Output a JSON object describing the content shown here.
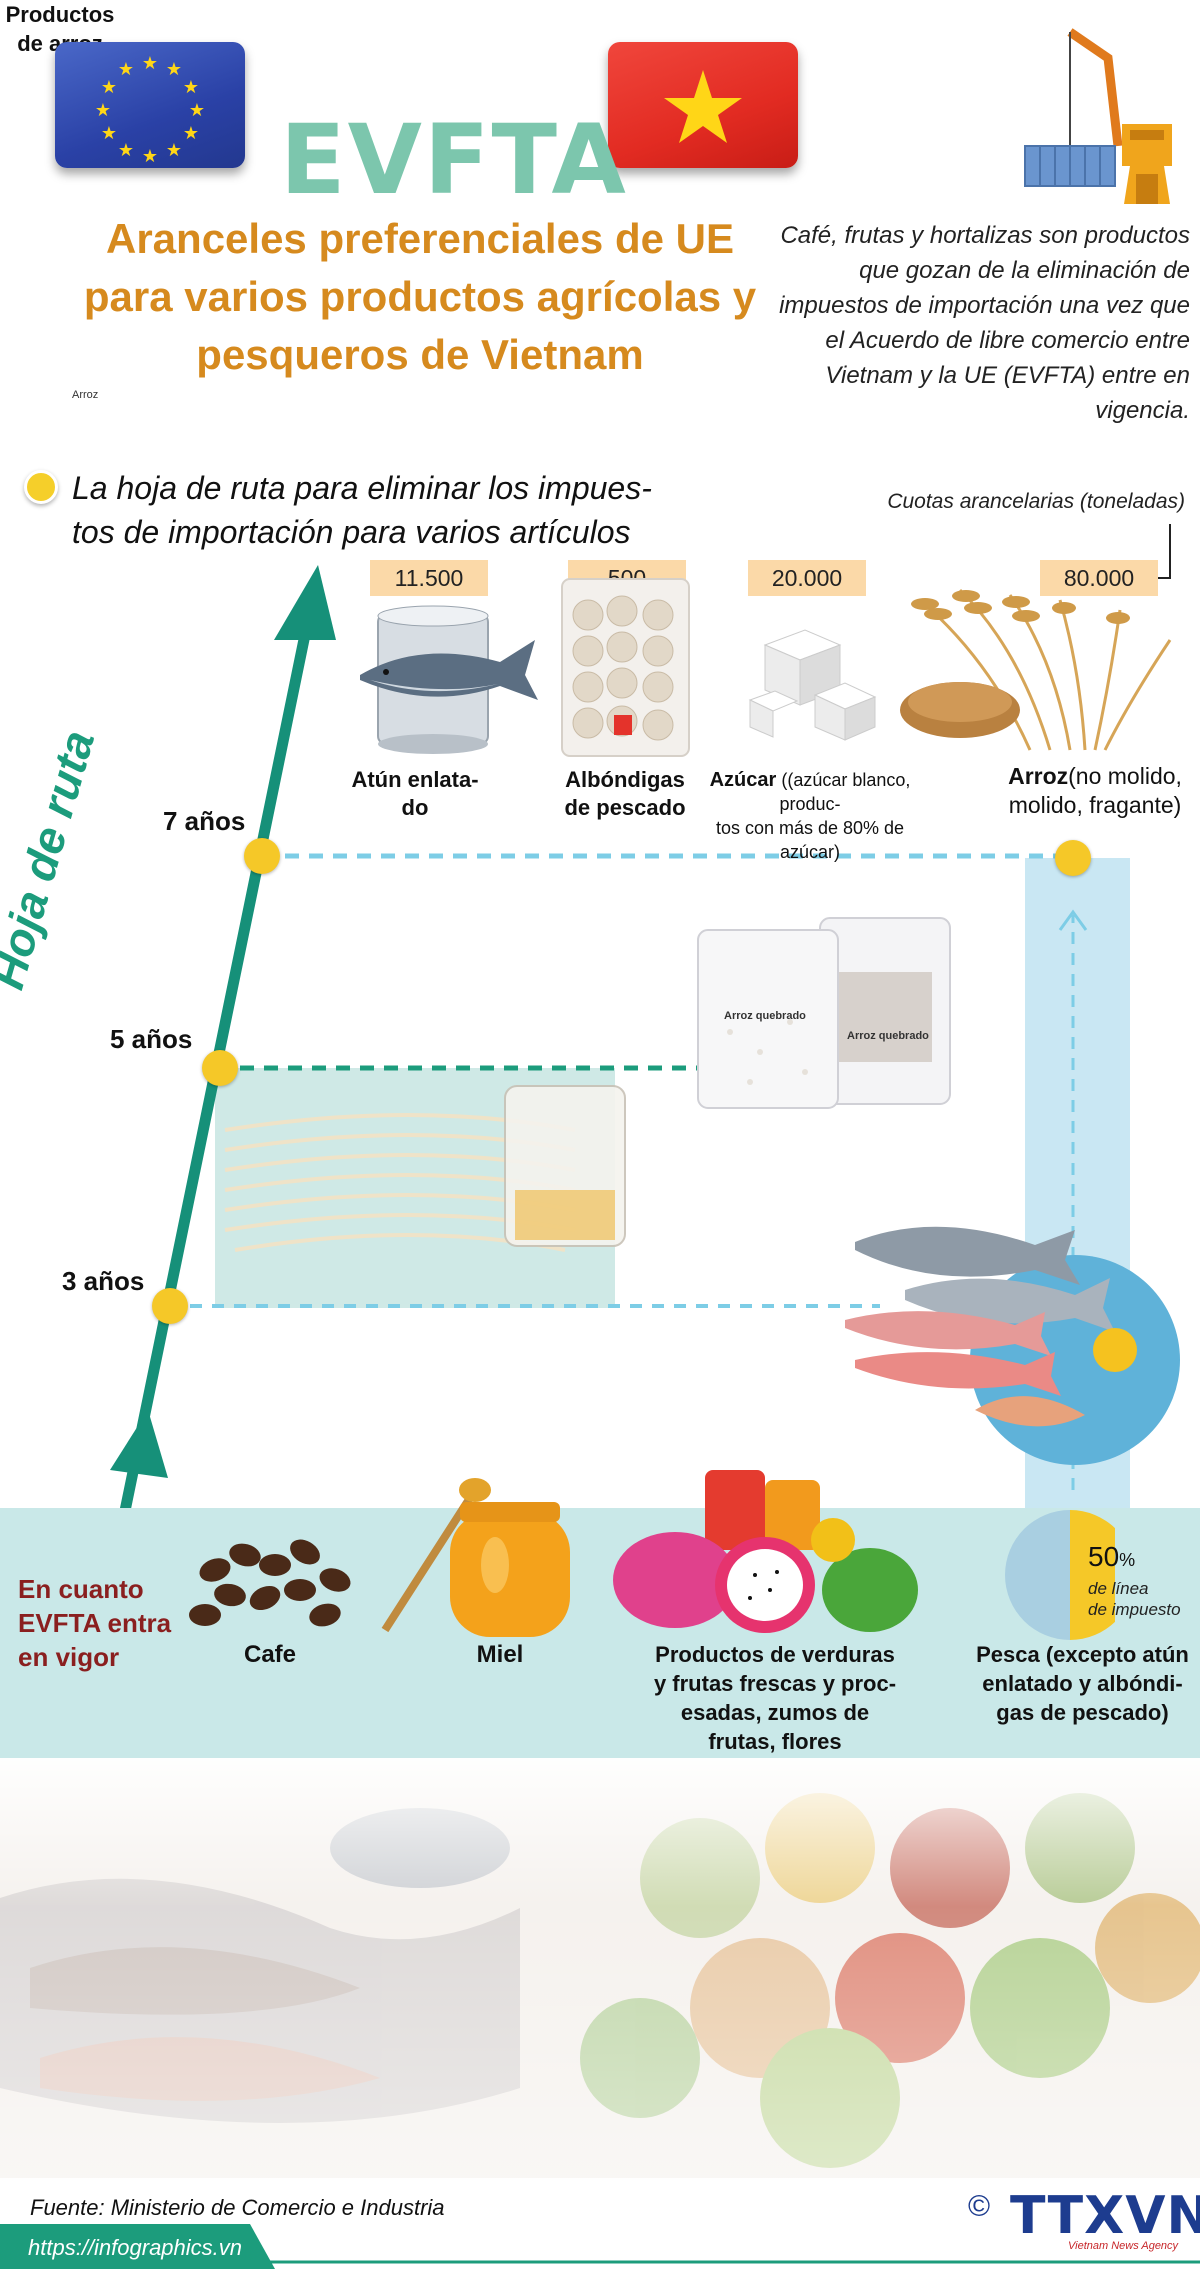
{
  "header": {
    "title": "EVFTA",
    "subtitle": "Aranceles preferenciales de UE para varios productos agrícolas y pesqueros de Vietnam",
    "intro": "Café, frutas y hortalizas son productos que gozan de la eliminación de impuestos de importación una vez que el Acuerdo de libre comercio entre Vietnam y la UE (EVFTA) entre en vigencia.",
    "tiny_label": "Arroz"
  },
  "roadmap": {
    "heading_line1": "La hoja de ruta para eliminar los impues-",
    "heading_line2": "tos de importación para varios artículos",
    "side_label": "Hoja de ruta",
    "quota_caption": "Cuotas arancelarias (toneladas)",
    "quotas": [
      "11.500",
      "500",
      "20.000",
      "80.000"
    ],
    "years": [
      "7 años",
      "5 años",
      "3 años"
    ],
    "start_label": [
      "En cuanto",
      "EVFTA entra",
      "en vigor"
    ]
  },
  "products_7": {
    "tuna": [
      "Atún enlata-",
      "do"
    ],
    "fishballs": [
      "Albóndigas",
      "de pescado"
    ],
    "sugar_name": "Azúcar",
    "sugar_note_1": "((azúcar blanco, produc-",
    "sugar_note_2": "tos con más de 80% de azúcar)",
    "rice_name": "Arroz",
    "rice_note_1": "(no molido,",
    "rice_note_2": "molido, fragante)"
  },
  "products_5": {
    "bag_label_1": "Arroz quebrado",
    "bag_label_2": "Arroz quebrado",
    "rice_products": [
      "Productos",
      "de arroz"
    ]
  },
  "immediate": {
    "cafe": "Cafe",
    "honey": "Miel",
    "veg": [
      "Productos de verduras",
      "y frutas frescas y proc-",
      "esadas, zumos de",
      "frutas, flores"
    ],
    "fish": [
      "Pesca (excepto atún",
      "enlatado y albóndi-",
      "gas de pescado)"
    ],
    "pct_value": "50",
    "pct_sign": "%",
    "pct_note": [
      "de línea",
      "de impuesto"
    ]
  },
  "footer": {
    "source": "Fuente: Ministerio de Comercio e Industria",
    "url": "https://infographics.vn",
    "logo": "TTXVN",
    "logo_sub": "Vietnam News Agency",
    "copyright": "©"
  },
  "colors": {
    "teal": "#1c9c7c",
    "title": "#7cc6ad",
    "orange": "#d68a1e",
    "dot": "#f5c828",
    "band": "#c9e8e8",
    "dashed": "#7dcde6"
  }
}
